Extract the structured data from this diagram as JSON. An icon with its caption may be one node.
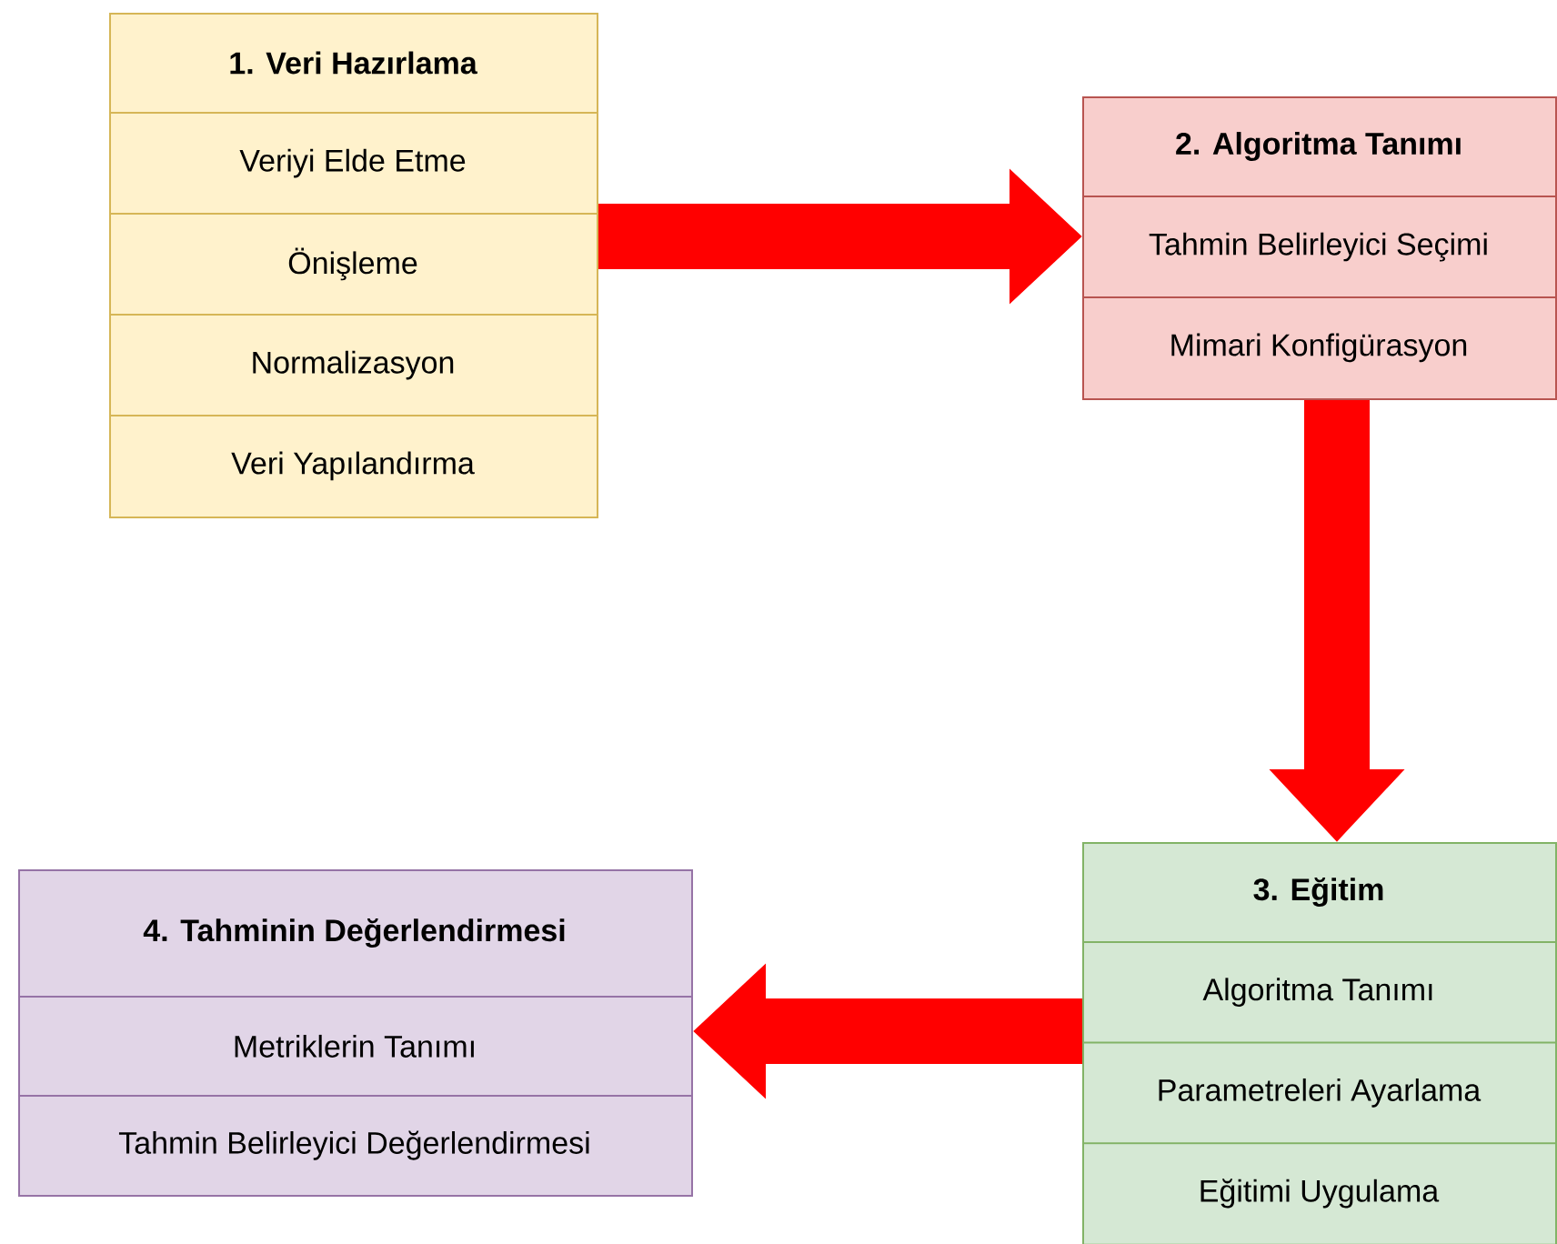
{
  "diagram": {
    "nodes": [
      {
        "text": [
          "1. Veri Hazırlama",
          "Veriyi Elde Etme",
          "Önişleme",
          "Normalizasyon",
          "Veri Yapılandırma"
        ]
      },
      {
        "text": [
          "2. Algoritma Tanımı",
          "Tahmin Belirleyici Seçimi",
          "Mimari Konfigürasyon"
        ]
      },
      {
        "text": [
          "3. Eğitim",
          "Algoritma Tanımı",
          "Parametreleri Ayarlama",
          "Eğitimi Uygulama"
        ]
      },
      {
        "text": [
          "4. Tahminin Değerlendirmesi",
          "Metriklerin Tanımı",
          "Tahmin Belirleyici Değerlendirmesi"
        ]
      }
    ],
    "edges": [
      {
        "from": 0,
        "to": 1,
        "arrow": "to"
      },
      {
        "from": 1,
        "to": 2,
        "arrow": "to"
      },
      {
        "from": 2,
        "to": 3,
        "arrow": "to"
      }
    ]
  }
}
